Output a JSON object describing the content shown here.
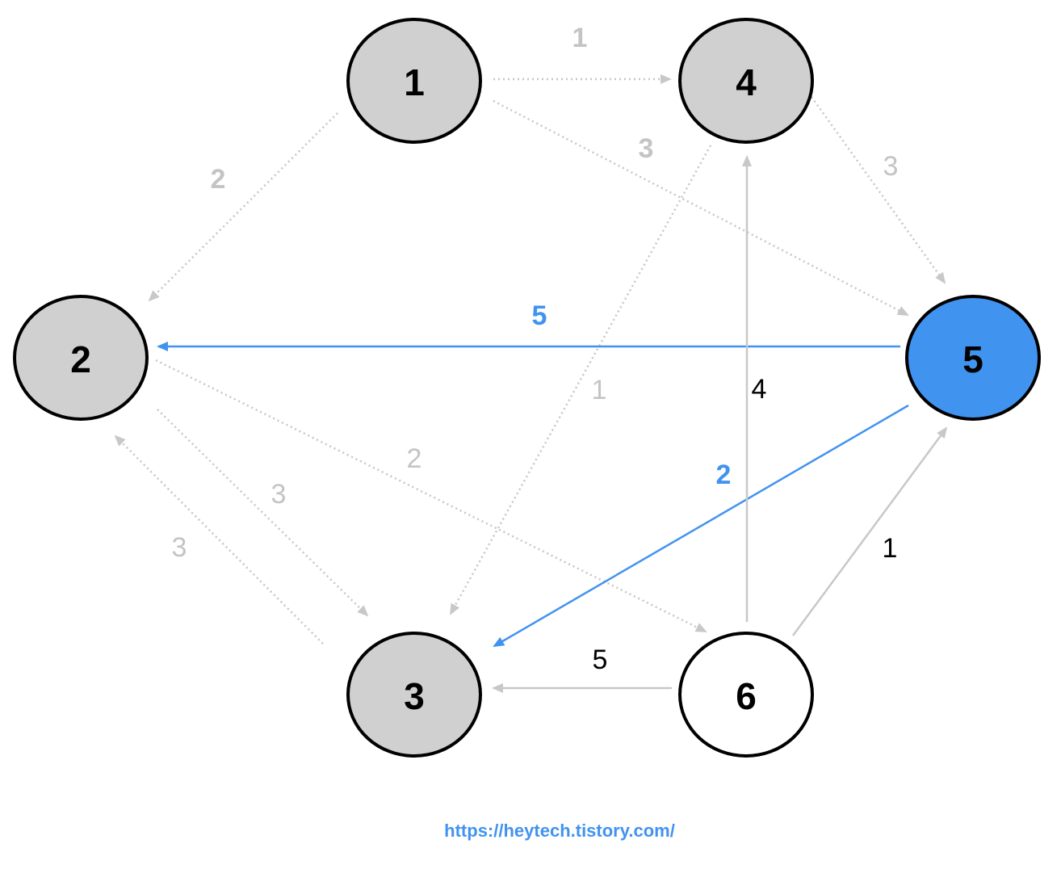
{
  "colors": {
    "node_visited": "#d0d0d0",
    "node_active": "#4193f0",
    "node_unvisited": "#ffffff",
    "node_stroke": "#000000",
    "edge_muted": "#c8c8c8",
    "edge_dim": "#c6c6c6",
    "edge_active": "#4193f0",
    "label_black": "#000000",
    "label_muted": "#c4c4c4",
    "label_active": "#4193f0"
  },
  "nodes": [
    {
      "id": "1",
      "label": "1",
      "state": "visited"
    },
    {
      "id": "2",
      "label": "2",
      "state": "visited"
    },
    {
      "id": "3",
      "label": "3",
      "state": "visited"
    },
    {
      "id": "4",
      "label": "4",
      "state": "visited"
    },
    {
      "id": "5",
      "label": "5",
      "state": "active"
    },
    {
      "id": "6",
      "label": "6",
      "state": "unvisited"
    }
  ],
  "edges": [
    {
      "from": "1",
      "to": "4",
      "weight": "1",
      "style": "dotted",
      "label_style": "muted-bold"
    },
    {
      "from": "1",
      "to": "2",
      "weight": "2",
      "style": "dotted",
      "label_style": "muted-bold"
    },
    {
      "from": "1",
      "to": "5",
      "weight": "3",
      "style": "dotted",
      "label_style": "muted-bold"
    },
    {
      "from": "4",
      "to": "5",
      "weight": "3",
      "style": "dotted",
      "label_style": "muted"
    },
    {
      "from": "4",
      "to": "3",
      "weight": "1",
      "style": "dotted",
      "label_style": "muted"
    },
    {
      "from": "2",
      "to": "3",
      "weight": "3",
      "style": "dotted",
      "label_style": "muted"
    },
    {
      "from": "3",
      "to": "2",
      "weight": "3",
      "style": "dotted",
      "label_style": "muted"
    },
    {
      "from": "2",
      "to": "6",
      "weight": "2",
      "style": "dotted",
      "label_style": "muted"
    },
    {
      "from": "5",
      "to": "2",
      "weight": "5",
      "style": "active",
      "label_style": "active"
    },
    {
      "from": "5",
      "to": "3",
      "weight": "2",
      "style": "active",
      "label_style": "active"
    },
    {
      "from": "6",
      "to": "4",
      "weight": "4",
      "style": "solid",
      "label_style": "black"
    },
    {
      "from": "6",
      "to": "5",
      "weight": "1",
      "style": "solid",
      "label_style": "black"
    },
    {
      "from": "6",
      "to": "3",
      "weight": "5",
      "style": "solid",
      "label_style": "black"
    }
  ],
  "footer": {
    "url": "https://heytech.tistory.com/"
  }
}
